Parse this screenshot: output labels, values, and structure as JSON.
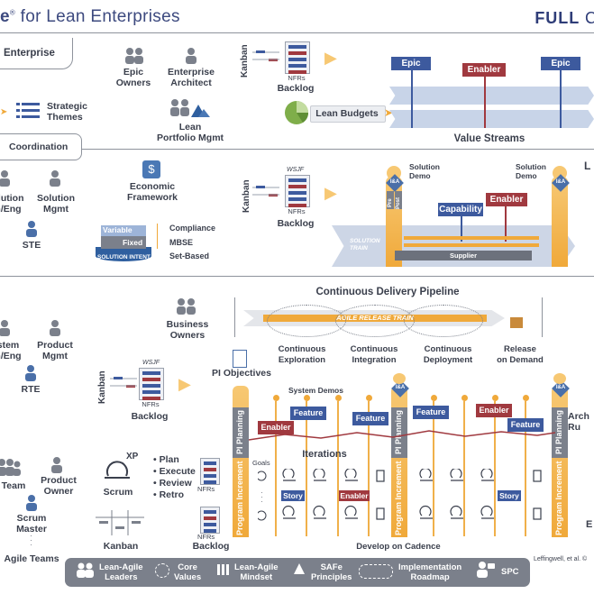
{
  "header": {
    "title_bold": "e",
    "title_reg": " for Lean Enterprises",
    "full": "FULL",
    "full_cont": "C"
  },
  "portfolio": {
    "enterprise": "Enterprise",
    "strategic_themes": [
      "Strategic",
      "Themes"
    ],
    "epic_owners": [
      "Epic",
      "Owners"
    ],
    "enterprise_architect": [
      "Enterprise",
      "Architect"
    ],
    "lean_portfolio_mgmt": [
      "Lean",
      "Portfolio Mgmt"
    ],
    "kanban": "Kanban",
    "nfrs": "NFRs",
    "backlog": "Backlog",
    "lean_budgets": "Lean Budgets",
    "epic": "Epic",
    "enabler": "Enabler",
    "epic2": "Epic",
    "value_streams": "Value Streams"
  },
  "large_solution": {
    "coordination": "Coordination",
    "solution_eng": [
      "olution",
      "h/Eng"
    ],
    "solution_mgmt": [
      "Solution",
      "Mgmt"
    ],
    "ste": "STE",
    "economic_framework": [
      "Economic",
      "Framework"
    ],
    "kanban": "Kanban",
    "wsjf": "WSJF",
    "nfrs": "NFRs",
    "backlog": "Backlog",
    "variable": "Variable",
    "fixed": "Fixed",
    "solution_intent": "SOLUTION INTENT",
    "compliance": "Compliance",
    "mbse": "MBSE",
    "set_based": "Set-Based",
    "solution_demo_1": [
      "Solution",
      "Demo"
    ],
    "solution_demo_2": [
      "Solution",
      "Demo"
    ],
    "pre": "Pre",
    "post": "Post",
    "ia": "I&A",
    "capability": "Capability",
    "enabler": "Enabler",
    "solution_train": [
      "SOLUTION",
      "TRAIN"
    ],
    "supplier": "Supplier",
    "edge_l": "L"
  },
  "program": {
    "cdp_title": "Continuous Delivery Pipeline",
    "art": "AGILE RELEASE TRAIN",
    "cont_exploration": [
      "Continuous",
      "Exploration"
    ],
    "cont_integration": [
      "Continuous",
      "Integration"
    ],
    "cont_deployment": [
      "Continuous",
      "Deployment"
    ],
    "release_on_demand": [
      "Release",
      "on Demand"
    ],
    "business_owners": [
      "Business",
      "Owners"
    ],
    "system_arch": [
      "stem",
      "h/Eng"
    ],
    "product_mgmt": [
      "Product",
      "Mgmt"
    ],
    "rte": "RTE",
    "pi_objectives": "PI Objectives",
    "kanban": "Kanban",
    "wsjf": "WSJF",
    "nfrs": "NFRs",
    "backlog": "Backlog",
    "system_demos": "System Demos",
    "enabler": "Enabler",
    "feature": "Feature",
    "pi_planning": "PI Planning",
    "ia": "I&A",
    "iterations": "Iterations",
    "arch_runway": [
      "Arch",
      "Ru"
    ]
  },
  "team": {
    "team": "Team",
    "product_owner": [
      "Product",
      "Owner"
    ],
    "scrum_master": [
      "Scrum",
      "Master"
    ],
    "agile_teams": "Agile Teams",
    "xp": "XP",
    "scrum": "Scrum",
    "kanban": "Kanban",
    "plan": [
      "Plan",
      "Execute",
      "Review",
      "Retro"
    ],
    "nfrs": "NFRs",
    "backlog": "Backlog",
    "goals": "Goals",
    "story": "Story",
    "enabler": "Enabler",
    "program_increment": "Program Increment",
    "develop_on_cadence": "Develop on Cadence",
    "edge_e": "E",
    "credit": "Leffingwell, et al. ©"
  },
  "foundation": {
    "items": [
      {
        "icon": "leaders-icon",
        "label": [
          "Lean-Agile",
          "Leaders"
        ]
      },
      {
        "icon": "core-values-icon",
        "label": [
          "Core",
          "Values"
        ]
      },
      {
        "icon": "mindset-icon",
        "label": [
          "Lean-Agile",
          "Mindset"
        ]
      },
      {
        "icon": "principles-icon",
        "label": [
          "SAFe",
          "Principles"
        ]
      },
      {
        "icon": "roadmap-icon",
        "label": [
          "Implementation",
          "Roadmap"
        ]
      },
      {
        "icon": "spc-icon",
        "label": [
          "SPC",
          ""
        ]
      }
    ]
  },
  "colors": {
    "blue": "#3d5a9e",
    "red": "#a0393f",
    "orange": "#f0a93a",
    "grey": "#7b808b"
  }
}
